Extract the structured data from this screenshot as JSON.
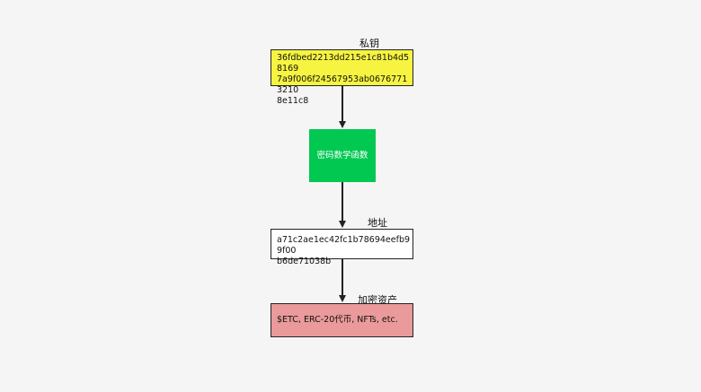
{
  "diagram": {
    "nodes": {
      "private_key": {
        "label": "私钥",
        "value": "36fdbed2213dd215e1c81b4d58169\n7a9f006f24567953ab06767713210\n8e11c8"
      },
      "hash_function": {
        "value": "密码数学函数"
      },
      "address": {
        "label": "地址",
        "value": "a71c2ae1ec42fc1b78694eefb99f00\nb6de71038b"
      },
      "assets": {
        "label": "加密资产",
        "value": "$ETC, ERC-20代币, NFTs, etc."
      }
    },
    "edges": [
      {
        "from": "private_key",
        "to": "hash_function"
      },
      {
        "from": "hash_function",
        "to": "address"
      },
      {
        "from": "address",
        "to": "assets"
      }
    ],
    "colors": {
      "private_key_fill": "#f6f440",
      "hash_function_fill": "#00c851",
      "address_fill": "#ffffff",
      "assets_fill": "#ea9a9a",
      "arrow": "#222222",
      "background": "#f5f5f5"
    }
  }
}
